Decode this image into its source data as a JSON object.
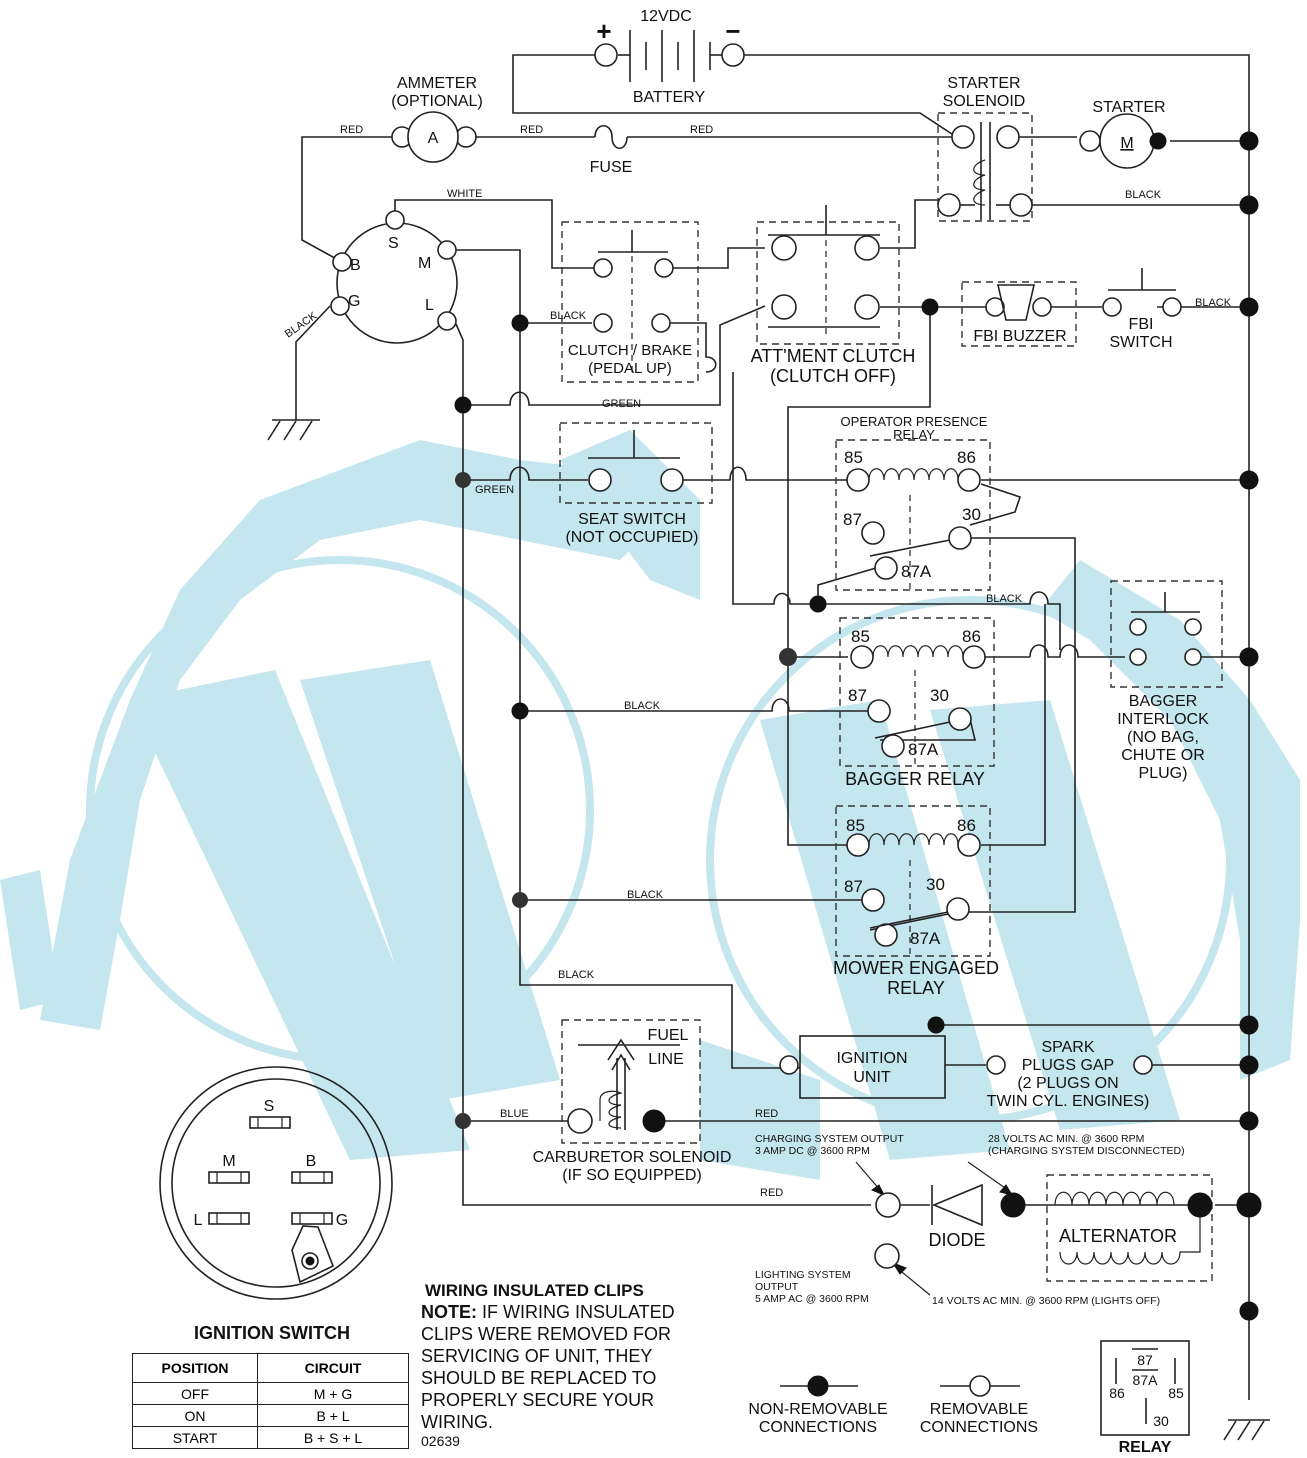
{
  "battery": {
    "voltage": "12VDC",
    "label": "BATTERY",
    "plus": "+",
    "minus": "−"
  },
  "ammeter": {
    "label1": "AMMETER",
    "label2": "(OPTIONAL)",
    "glyph": "A"
  },
  "fuse": "FUSE",
  "starter_solenoid": {
    "line1": "STARTER",
    "line2": "SOLENOID"
  },
  "starter": {
    "label": "STARTER",
    "glyph": "M"
  },
  "ignition_terminals": {
    "s": "S",
    "b": "B",
    "m": "M",
    "g": "G",
    "l": "L"
  },
  "wire_colors": {
    "red": "RED",
    "white": "WHITE",
    "black": "BLACK",
    "green": "GREEN",
    "blue": "BLUE"
  },
  "clutch_brake": {
    "line1": "CLUTCH / BRAKE",
    "line2": "(PEDAL UP)"
  },
  "att_clutch": {
    "line1": "ATT'MENT CLUTCH",
    "line2": "(CLUTCH OFF)"
  },
  "fbi_buzzer": "FBI BUZZER",
  "fbi_switch": {
    "line1": "FBI",
    "line2": "SWITCH"
  },
  "seat_switch": {
    "line1": "SEAT SWITCH",
    "line2": "(NOT OCCUPIED)"
  },
  "op_relay": {
    "line1": "OPERATOR PRESENCE",
    "line2": "RELAY"
  },
  "pins": {
    "p85": "85",
    "p86": "86",
    "p87": "87",
    "p30": "30",
    "p87a": "87A"
  },
  "bagger_relay": "BAGGER RELAY",
  "bagger_interlock": {
    "line1": "BAGGER",
    "line2": "INTERLOCK",
    "line3": "(NO BAG,",
    "line4": "CHUTE OR",
    "line5": "PLUG)"
  },
  "mower_relay": {
    "line1": "MOWER ENGAGED",
    "line2": "RELAY"
  },
  "fuel_line": {
    "line1": "FUEL",
    "line2": "LINE"
  },
  "ignition_unit": {
    "line1": "IGNITION",
    "line2": "UNIT"
  },
  "spark_plugs": {
    "line1": "SPARK",
    "line2": "PLUGS GAP",
    "line3": "(2 PLUGS ON",
    "line4": "TWIN CYL. ENGINES)"
  },
  "carb_solenoid": {
    "line1": "CARBURETOR SOLENOID",
    "line2": "(IF SO EQUIPPED)"
  },
  "charging_output": {
    "line1": "CHARGING SYSTEM OUTPUT",
    "line2": "3 AMP DC @ 3600 RPM"
  },
  "ac_28v": {
    "line1": "28 VOLTS AC MIN. @ 3600 RPM",
    "line2": "(CHARGING SYSTEM DISCONNECTED)"
  },
  "diode": "DIODE",
  "alternator": "ALTERNATOR",
  "lighting_output": {
    "line1": "LIGHTING SYSTEM",
    "line2": "OUTPUT",
    "line3": "5 AMP AC @ 3600 RPM"
  },
  "ac_14v": "14 VOLTS AC MIN. @ 3600 RPM (LIGHTS OFF)",
  "legend": {
    "nonremovable1": "NON-REMOVABLE",
    "nonremovable2": "CONNECTIONS",
    "removable1": "REMOVABLE",
    "removable2": "CONNECTIONS"
  },
  "relay_icon": {
    "label": "RELAY"
  },
  "ignition_switch": {
    "title": "IGNITION SWITCH",
    "col_position": "POSITION",
    "col_circuit": "CIRCUIT",
    "rows": [
      {
        "position": "OFF",
        "circuit": "M + G"
      },
      {
        "position": "ON",
        "circuit": "B + L"
      },
      {
        "position": "START",
        "circuit": "B + S + L"
      }
    ]
  },
  "clips_note": {
    "title": "WIRING INSULATED CLIPS",
    "note_label": "NOTE:",
    "line1": " IF WIRING INSULATED",
    "line2": "CLIPS WERE REMOVED FOR",
    "line3": "SERVICING OF UNIT, THEY",
    "line4": "SHOULD BE REPLACED TO",
    "line5": "PROPERLY SECURE YOUR",
    "line6": " WIRING."
  },
  "part_number": "02639",
  "colors": {
    "wire": "#222222",
    "watermark": "#c4e6ee",
    "background": "#ffffff"
  }
}
